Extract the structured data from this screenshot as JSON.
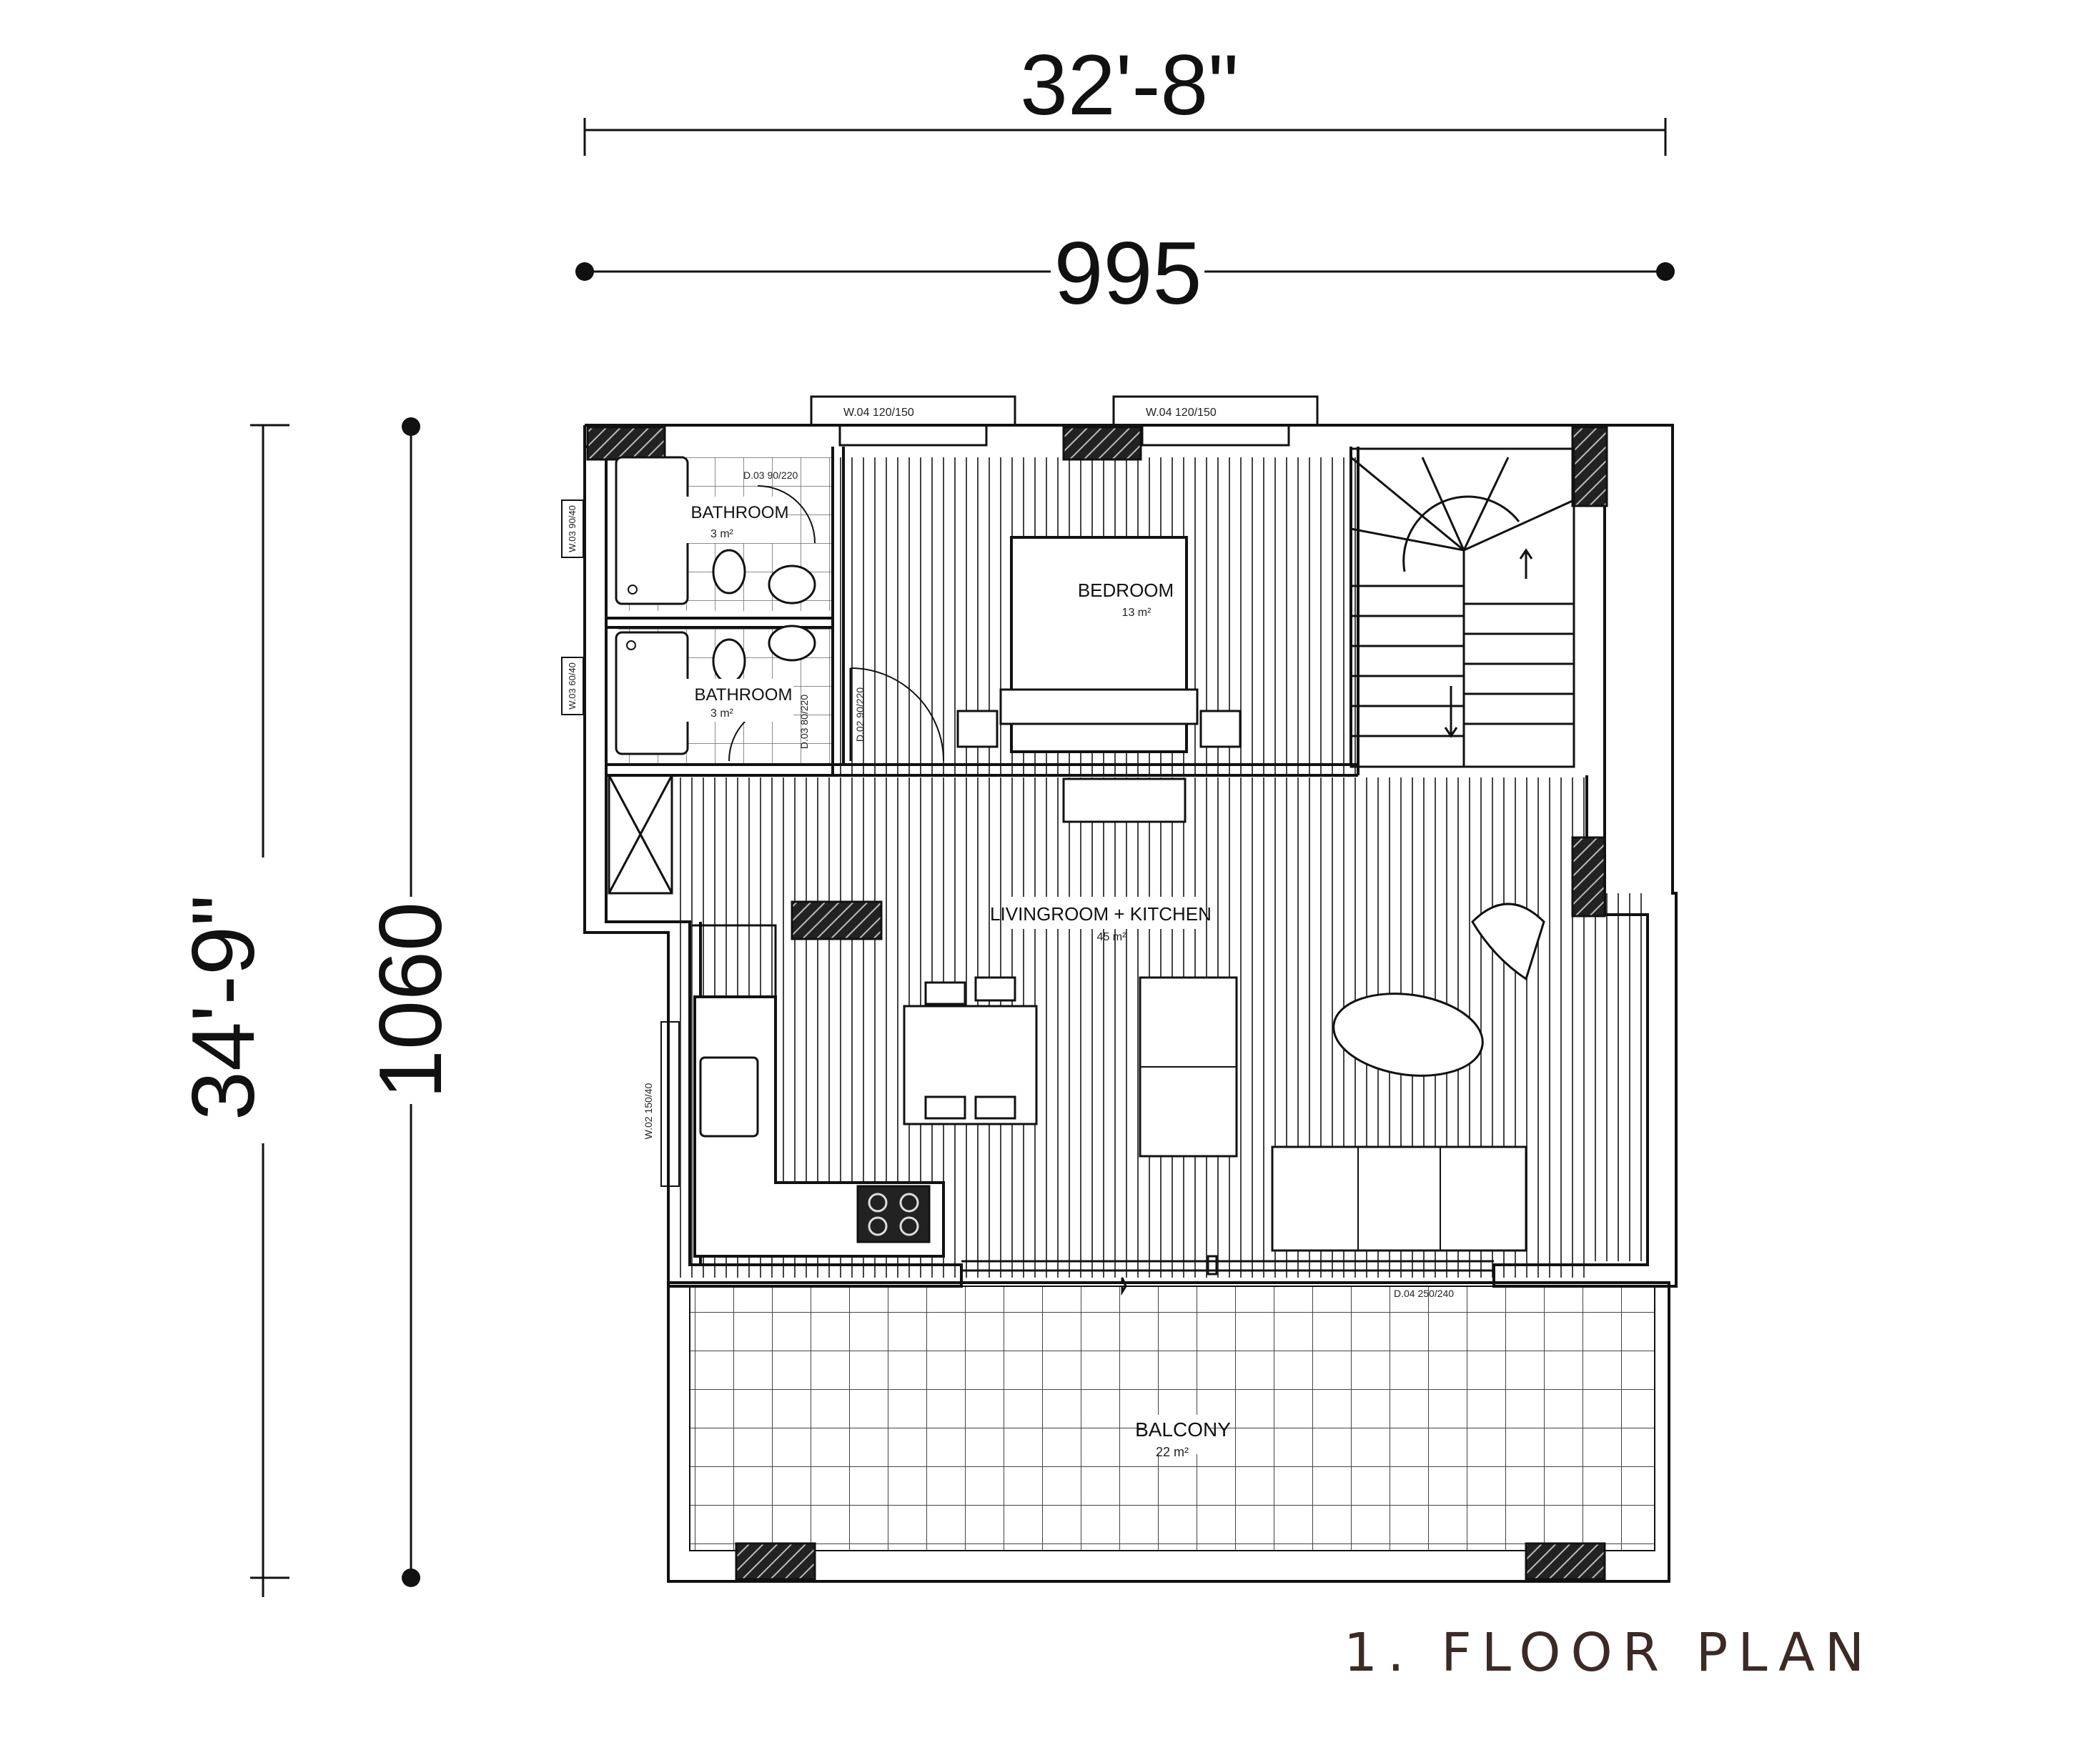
{
  "dimensions": {
    "width_imperial": "32'-8\"",
    "width_metric": "995",
    "height_imperial": "34'-9\"",
    "height_metric": "1060"
  },
  "rooms": {
    "bathroom_1": {
      "name": "BATHROOM",
      "area": "3 m²"
    },
    "bathroom_2": {
      "name": "BATHROOM",
      "area": "3 m²"
    },
    "bedroom": {
      "name": "BEDROOM",
      "area": "13 m²"
    },
    "living": {
      "name": "LIVINGROOM + KITCHEN",
      "area": "45 m²"
    },
    "balcony": {
      "name": "BALCONY",
      "area": "22 m²"
    }
  },
  "openings": {
    "window_1": "W.04 120/150",
    "window_2": "W.04 120/150",
    "bath_door_1": "D.03 90/220",
    "bath_door_2": "D.03 80/220",
    "bed_door": "D.02 90/220",
    "bath_window_1": "W.03 90/40",
    "bath_window_2": "W.03 60/40",
    "kitchen_window": "W.02 150/40",
    "balcony_door": "D.04 250/240"
  },
  "title": "1. FLOOR PLAN",
  "colors": {
    "line": "#111111",
    "title": "#3b2a25",
    "column": "#333333"
  }
}
